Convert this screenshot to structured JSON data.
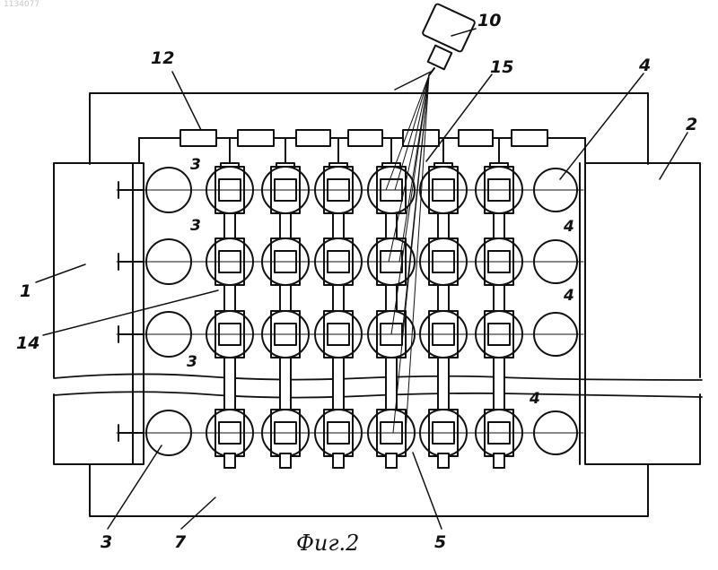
{
  "document_number": "1134077",
  "caption": "Фиг.2",
  "labels": {
    "l1": "1",
    "l2": "2",
    "l3a": "3",
    "l3b": "3",
    "l3c": "3",
    "l3d": "3",
    "l4a": "4",
    "l4b": "4",
    "l4c": "4",
    "l4d": "4",
    "l5": "5",
    "l7": "7",
    "l10": "10",
    "l12": "12",
    "l14": "14",
    "l15": "15"
  },
  "colors": {
    "ink": "#111111",
    "paper": "#ffffff"
  }
}
